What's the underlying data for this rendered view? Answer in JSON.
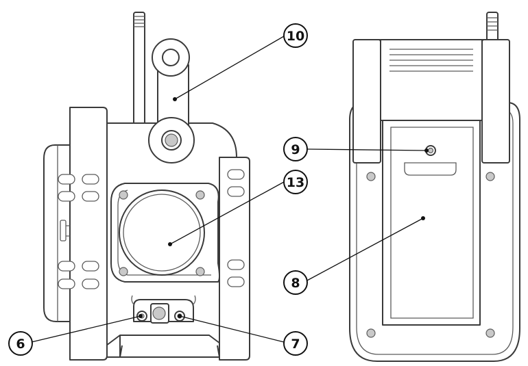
{
  "callouts": [
    {
      "id": "c6",
      "label": "6"
    },
    {
      "id": "c7",
      "label": "7"
    },
    {
      "id": "c8",
      "label": "8"
    },
    {
      "id": "c9",
      "label": "9"
    },
    {
      "id": "c10",
      "label": "10"
    },
    {
      "id": "c13",
      "label": "13"
    }
  ]
}
